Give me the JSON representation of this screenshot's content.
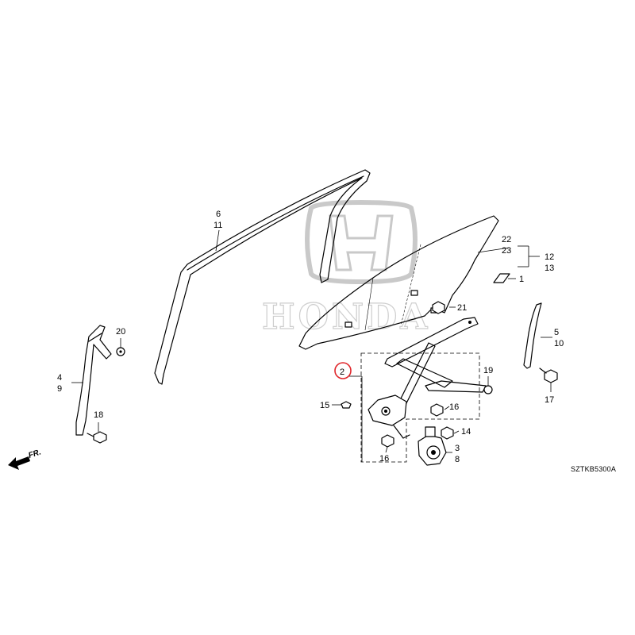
{
  "diagram": {
    "drawing_code": "SZTKB5300A",
    "front_arrow_label": "FR.",
    "watermark_brand": "HONDA",
    "highlight_color": "#e0262b",
    "callouts": {
      "c1": "1",
      "c2": "2",
      "c3": "3",
      "c4": "4",
      "c5": "5",
      "c6": "6",
      "c8": "8",
      "c9": "9",
      "c10": "10",
      "c11": "11",
      "c12": "12",
      "c13": "13",
      "c14": "14",
      "c15": "15",
      "c16a": "16",
      "c16b": "16",
      "c17": "17",
      "c18": "18",
      "c19": "19",
      "c20": "20",
      "c21": "21",
      "c22": "22",
      "c23": "23"
    }
  }
}
